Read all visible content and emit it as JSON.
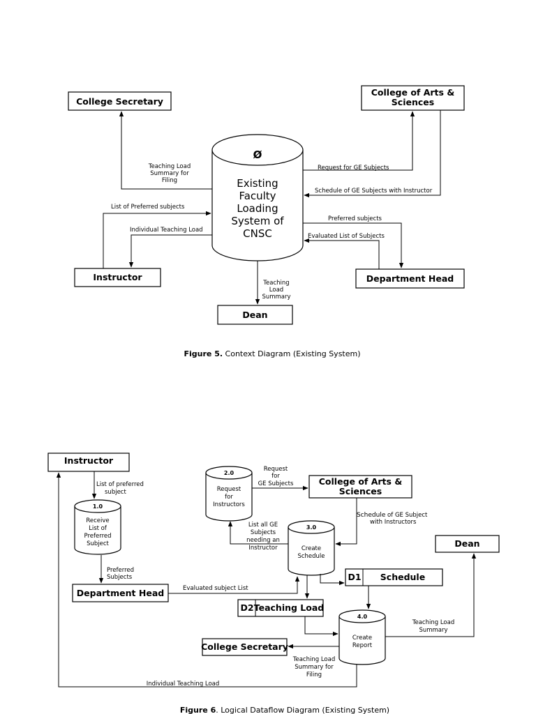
{
  "figure5": {
    "system": {
      "symbol": "Ø",
      "lines": [
        "Existing",
        "Faculty",
        "Loading",
        "System of",
        "CNSC"
      ]
    },
    "entities": {
      "college_secretary": "College Secretary",
      "cas": [
        "College of Arts &",
        "Sciences"
      ],
      "instructor": "Instructor",
      "department_head": "Department Head",
      "dean": "Dean"
    },
    "flows": {
      "teaching_load_filing": [
        "Teaching Load",
        "Summary for",
        "Filing"
      ],
      "request_ge": "Request for GE Subjects",
      "schedule_ge": "Schedule of GE Subjects with Instructor",
      "list_preferred": "List of Preferred subjects",
      "individual_load": "Individual Teaching Load",
      "preferred_subjects": "Preferred subjects",
      "evaluated_list": "Evaluated List of Subjects",
      "teaching_load_summary": [
        "Teaching",
        "Load",
        "Summary"
      ]
    },
    "caption": {
      "label": "Figure 5.",
      "text": " Context Diagram (Existing System)"
    }
  },
  "figure6": {
    "entities": {
      "instructor": "Instructor",
      "cas": [
        "College of Arts &",
        "Sciences"
      ],
      "dean": "Dean",
      "department_head": "Department Head",
      "college_secretary": "College Secretary"
    },
    "processes": {
      "p1": {
        "number": "1.0",
        "lines": [
          "Receive",
          "List of",
          "Preferred",
          "Subject"
        ]
      },
      "p2": {
        "number": "2.0",
        "lines": [
          "Request",
          "for",
          "Instructors"
        ]
      },
      "p3": {
        "number": "3.0",
        "lines": [
          "Create",
          "Schedule"
        ]
      },
      "p4": {
        "number": "4.0",
        "lines": [
          "Create",
          "Report"
        ]
      }
    },
    "stores": {
      "d1": {
        "id": "D1",
        "name": "Schedule"
      },
      "d2": {
        "id": "D2",
        "name": "Teaching Load"
      }
    },
    "flows": {
      "list_preferred": [
        "List of preferred",
        "subject"
      ],
      "preferred_subjects": [
        "Preferred",
        "Subjects"
      ],
      "request_ge": [
        "Request",
        "for",
        "GE Subjects"
      ],
      "schedule_ge": [
        "Schedule",
        " of GE Subject",
        "with Instructors"
      ],
      "list_all_ge": [
        "List all GE",
        "Subjects",
        "needing an",
        "Instructor"
      ],
      "evaluated_list": "Evaluated subject List",
      "teaching_load_summary": [
        "Teaching Load",
        "Summary"
      ],
      "teaching_load_filing": [
        "Teaching Load",
        "Summary for",
        "Filing"
      ],
      "individual_load": "Individual Teaching Load"
    },
    "caption": {
      "label": "Figure 6",
      "text": ". Logical Dataflow Diagram (Existing System)"
    }
  }
}
